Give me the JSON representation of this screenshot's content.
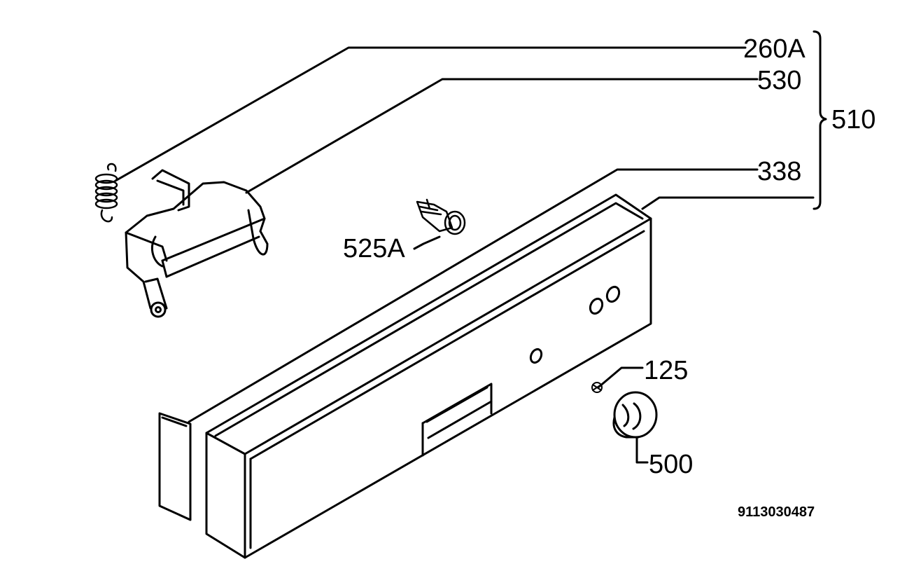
{
  "callouts": {
    "c260": "260A",
    "c530": "530",
    "c510": "510",
    "c338": "338",
    "c525": "525A",
    "c125": "125",
    "c500": "500"
  },
  "drawing_number": "9113030487"
}
